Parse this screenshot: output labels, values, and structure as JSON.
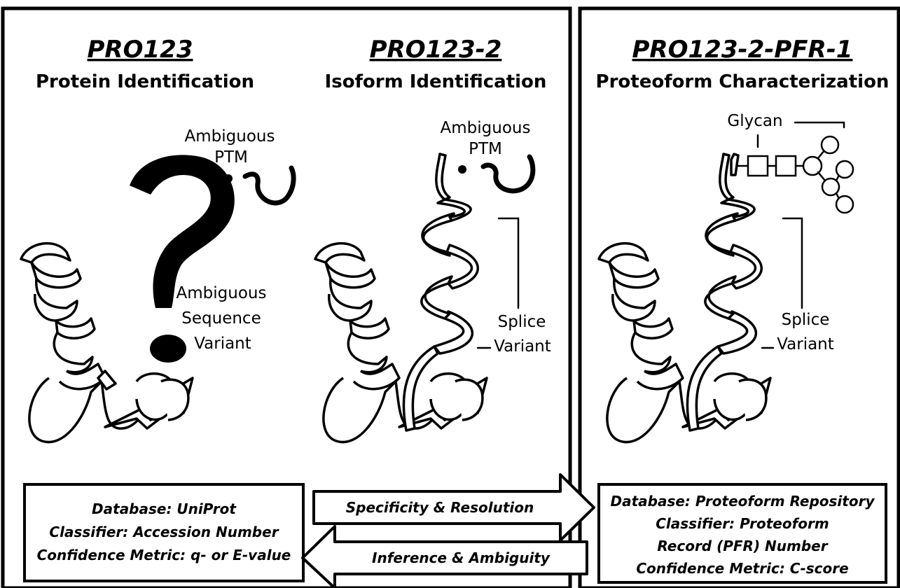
{
  "panels": [
    {
      "title": "PRO123",
      "subtitle": "Protein Identification",
      "labels": [
        "Ambiguous",
        "PTM",
        "Ambiguous",
        "Sequence",
        "Variant"
      ]
    },
    {
      "title": "PRO123-2",
      "subtitle": "Isoform Identification",
      "labels": [
        "Ambiguous",
        "PTM",
        "Splice",
        "Variant"
      ]
    },
    {
      "title": "PRO123-2-PFR-1",
      "subtitle": "Proteoform Characterization",
      "labels": [
        "Glycan",
        "Splice",
        "Variant"
      ]
    }
  ],
  "info_left": [
    "Database: UniProt",
    "Classifier: Accession Number",
    "Confidence Metric: q- or E-value"
  ],
  "info_right": [
    "Database: Proteoform Repository",
    "Classifier: Proteoform",
    "Record (PFR) Number",
    "Confidence Metric: C-score"
  ],
  "arrows": {
    "forward": "Specificity & Resolution",
    "backward": "Inference & Ambiguity"
  }
}
